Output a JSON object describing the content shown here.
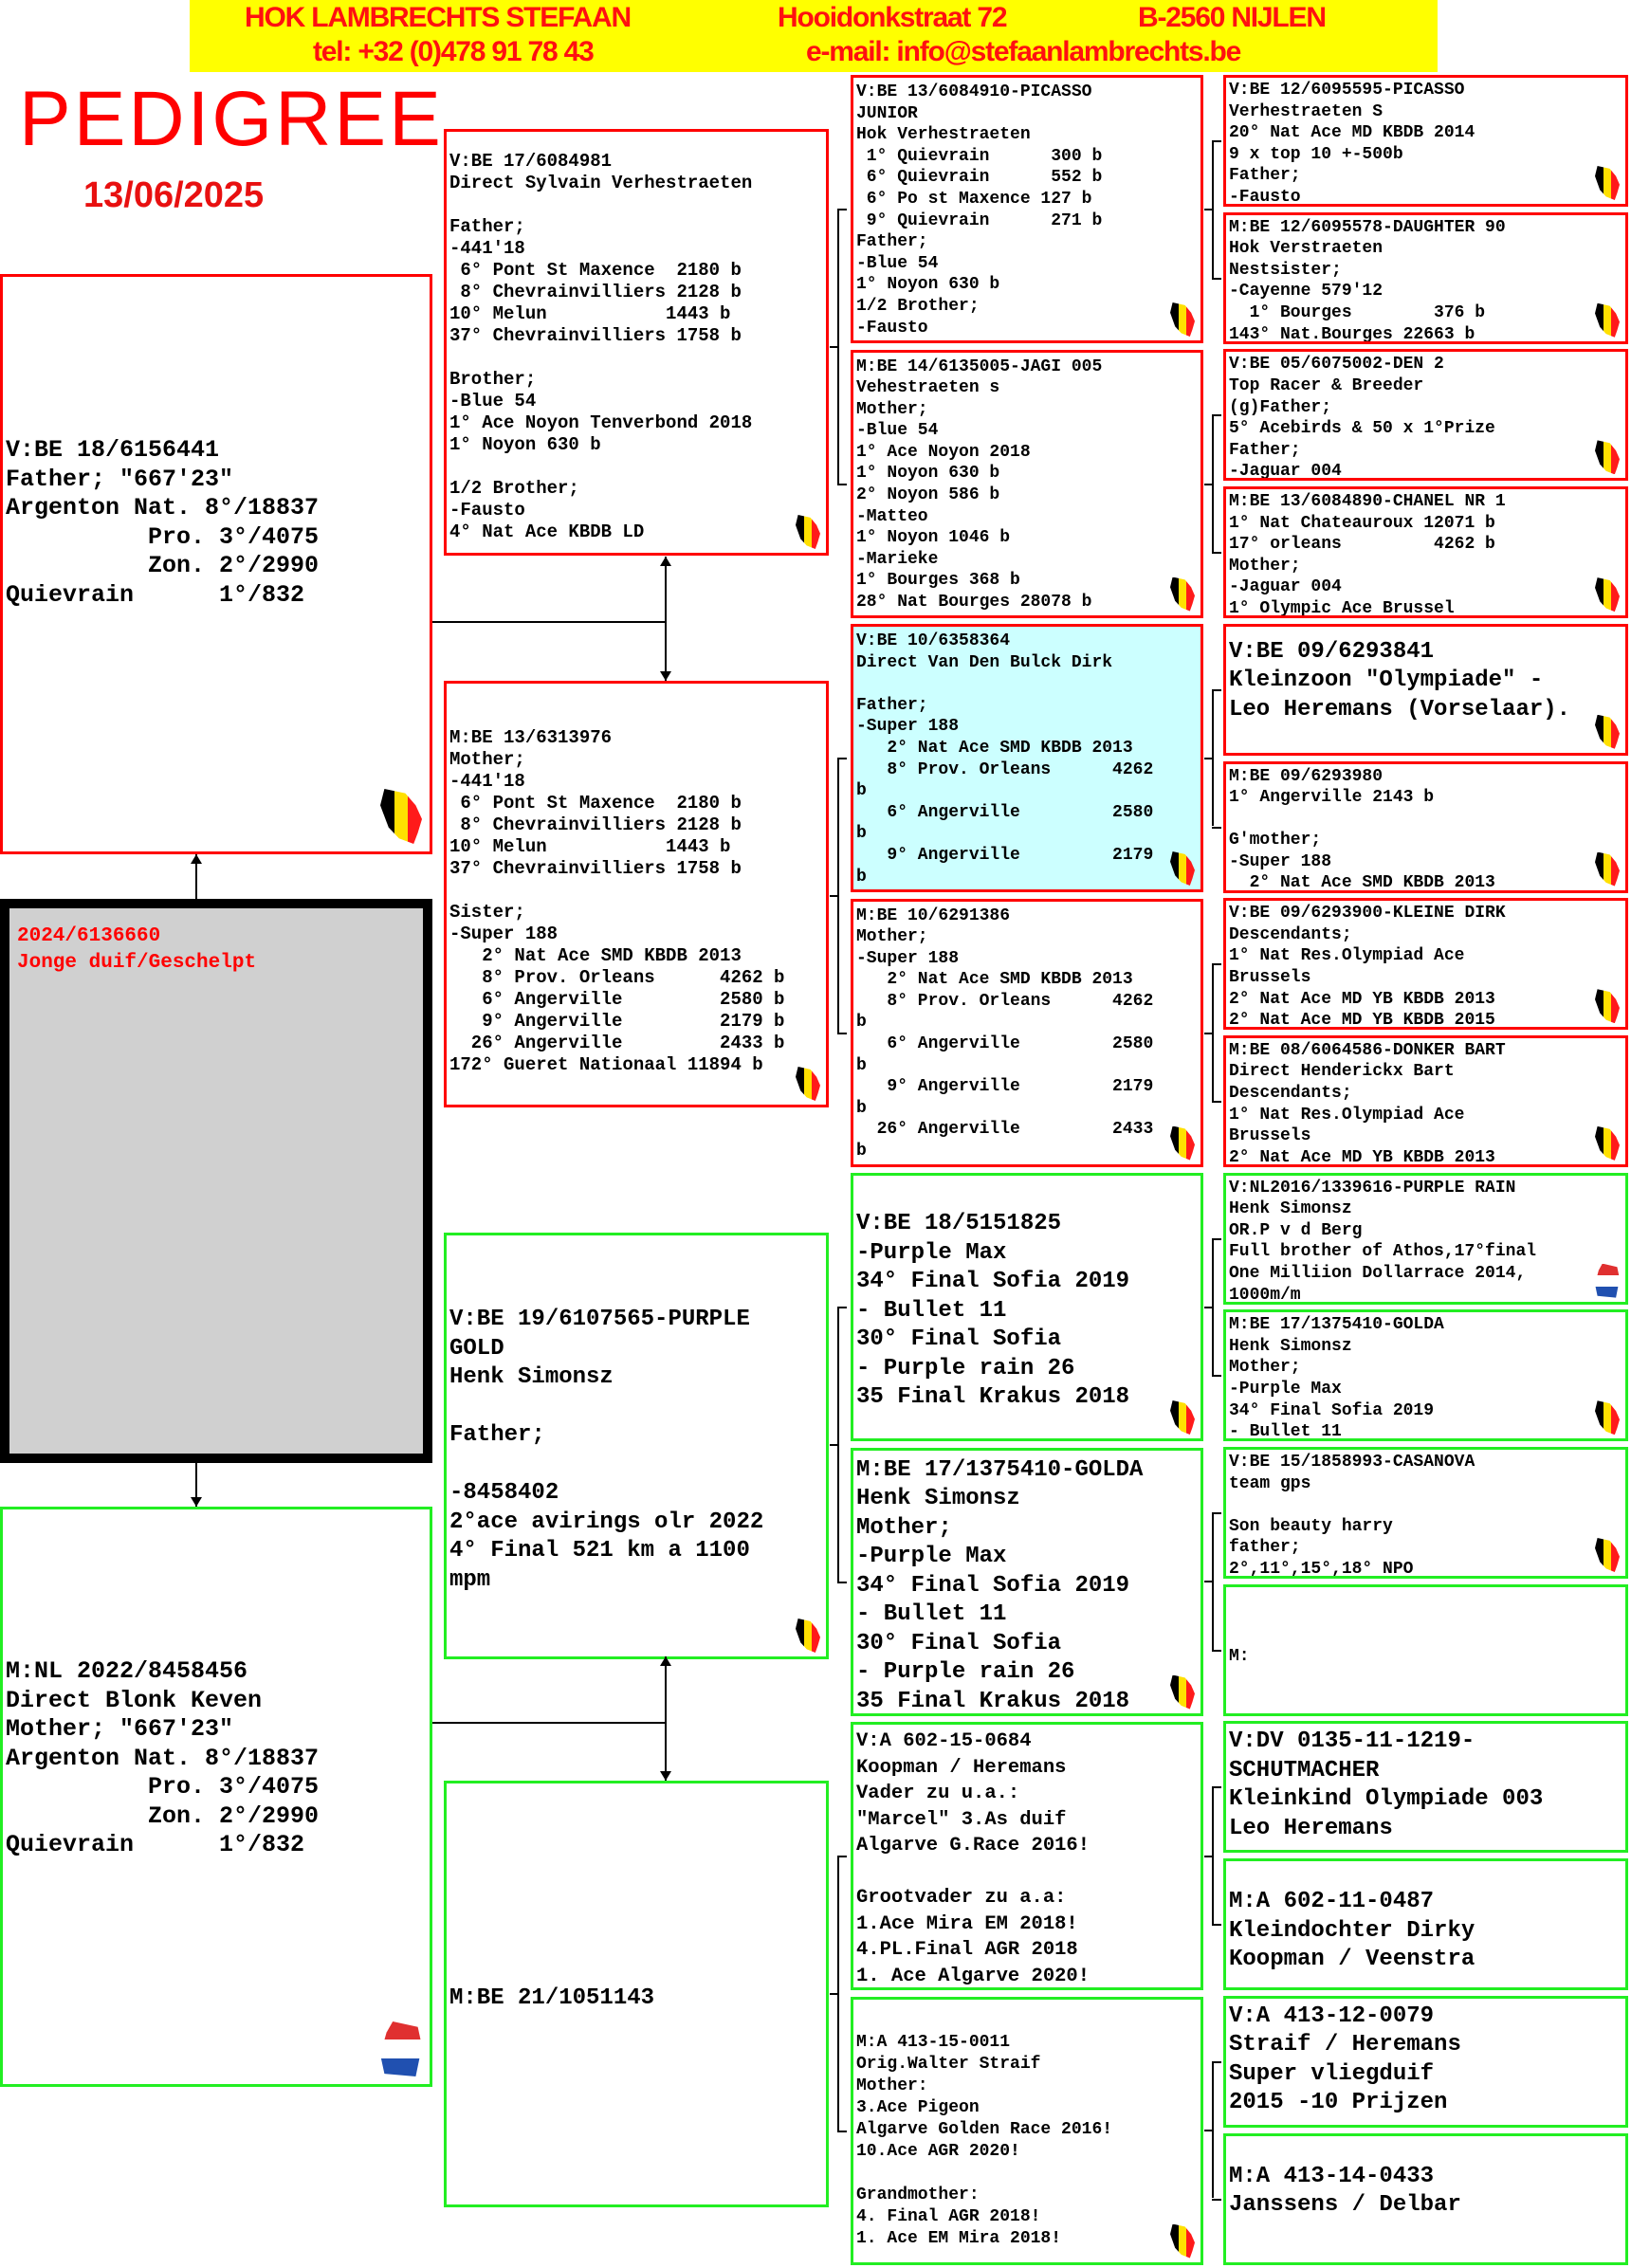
{
  "header": {
    "loft": "HOK LAMBRECHTS STEFAAN",
    "street": "Hooidonkstraat 72",
    "city": "B-2560 NIJLEN",
    "phone": "tel: +32 (0)478 91 78 43",
    "email": "e-mail: info@stefaanlambrechts.be"
  },
  "title": "PEDIGREE",
  "date": "13/06/2025",
  "subject": {
    "ring": "2024/6136660",
    "description": "Jonge duif/Geschelpt"
  },
  "colors": {
    "red": "#ff0000",
    "green": "#22ee22",
    "highlight": "#ccffff",
    "header_bg": "#ffff00"
  },
  "boxes": [
    {
      "flag": "belgium-flag",
      "lines": [
        "V:BE 18/6156441",
        "Father; \"667'23\"",
        "Argenton Nat. 8°/18837",
        "          Pro. 3°/4075",
        "          Zon. 2°/2990",
        "Quievrain      1°/832"
      ]
    },
    {
      "flag": "netherlands-flag",
      "lines": [
        "M:NL 2022/8458456",
        "Direct Blonk Keven",
        "Mother; \"667'23\"",
        "Argenton Nat. 8°/18837",
        "          Pro. 3°/4075",
        "          Zon. 2°/2990",
        "Quievrain      1°/832"
      ]
    },
    {
      "flag": "belgium-flag",
      "lines": [
        "V:BE 17/6084981",
        "Direct Sylvain Verhestraeten",
        "",
        "Father;",
        "-441'18",
        " 6° Pont St Maxence  2180 b",
        " 8° Chevrainvilliers 2128 b",
        "10° Melun           1443 b",
        "37° Chevrainvilliers 1758 b",
        "",
        "Brother;",
        "-Blue 54",
        "1° Ace Noyon Tenverbond 2018",
        "1° Noyon 630 b",
        "",
        "1/2 Brother;",
        "-Fausto",
        "4° Nat Ace KBDB LD"
      ]
    },
    {
      "flag": "belgium-flag",
      "lines": [
        "M:BE 13/6313976",
        "Mother;",
        "-441'18",
        " 6° Pont St Maxence  2180 b",
        " 8° Chevrainvilliers 2128 b",
        "10° Melun           1443 b",
        "37° Chevrainvilliers 1758 b",
        "",
        "Sister;",
        "-Super 188",
        "   2° Nat Ace SMD KBDB 2013",
        "   8° Prov. Orleans      4262 b",
        "   6° Angerville         2580 b",
        "   9° Angerville         2179 b",
        "  26° Angerville         2433 b",
        "172° Gueret Nationaal 11894 b"
      ]
    },
    {
      "flag": "belgium-flag",
      "lines": [
        "V:BE 19/6107565-PURPLE",
        "GOLD",
        "Henk Simonsz",
        "",
        "Father;",
        "",
        "-8458402",
        "2°ace avirings olr 2022",
        "4° Final 521 km a 1100",
        "mpm"
      ]
    },
    {
      "flag": "",
      "lines": [
        "M:BE 21/1051143"
      ]
    },
    {
      "flag": "belgium-flag",
      "lines": [
        "V:BE 13/6084910-PICASSO",
        "JUNIOR",
        "Hok Verhestraeten",
        " 1° Quievrain      300 b",
        " 6° Quievrain      552 b",
        " 6° Po st Maxence 127 b",
        " 9° Quievrain      271 b",
        "Father;",
        "-Blue 54",
        "1° Noyon 630 b",
        "1/2 Brother;",
        "-Fausto"
      ]
    },
    {
      "flag": "belgium-flag",
      "lines": [
        "M:BE 14/6135005-JAGI 005",
        "Vehestraeten s",
        "Mother;",
        "-Blue 54",
        "1° Ace Noyon 2018",
        "1° Noyon 630 b",
        "2° Noyon 586 b",
        "-Matteo",
        "1° Noyon 1046 b",
        "-Marieke",
        "1° Bourges 368 b",
        "28° Nat Bourges 28078 b"
      ]
    },
    {
      "flag": "belgium-flag",
      "lines": [
        "V:BE 10/6358364",
        "Direct Van Den Bulck Dirk",
        "",
        "Father;",
        "-Super 188",
        "   2° Nat Ace SMD KBDB 2013",
        "   8° Prov. Orleans      4262",
        "b",
        "   6° Angerville         2580",
        "b",
        "   9° Angerville         2179",
        "b"
      ]
    },
    {
      "flag": "belgium-flag",
      "lines": [
        "M:BE 10/6291386",
        "Mother;",
        "-Super 188",
        "   2° Nat Ace SMD KBDB 2013",
        "   8° Prov. Orleans      4262",
        "b",
        "   6° Angerville         2580",
        "b",
        "   9° Angerville         2179",
        "b",
        "  26° Angerville         2433",
        "b"
      ]
    },
    {
      "flag": "belgium-flag",
      "lines": [
        "V:BE 18/5151825",
        "-Purple Max",
        "34° Final Sofia 2019",
        "- Bullet 11",
        "30° Final Sofia",
        "- Purple rain 26",
        "35 Final Krakus 2018"
      ]
    },
    {
      "flag": "belgium-flag",
      "lines": [
        "M:BE 17/1375410-GOLDA",
        "Henk Simonsz",
        "Mother;",
        "-Purple Max",
        "34° Final Sofia 2019",
        "- Bullet 11",
        "30° Final Sofia",
        "- Purple rain 26",
        "35 Final Krakus 2018"
      ]
    },
    {
      "flag": "",
      "lines": [
        "V:A 602-15-0684",
        "Koopman / Heremans",
        "Vader zu u.a.:",
        "\"Marcel\" 3.As duif",
        "Algarve G.Race 2016!",
        "",
        "Grootvader zu a.a:",
        "1.Ace Mira EM 2018!",
        "4.PL.Final AGR 2018",
        "1. Ace Algarve 2020!"
      ]
    },
    {
      "flag": "belgium-flag",
      "lines": [
        "M:A 413-15-0011",
        "Orig.Walter Straif",
        "Mother:",
        "3.Ace Pigeon",
        "Algarve Golden Race 2016!",
        "10.Ace AGR 2020!",
        "",
        "Grandmother:",
        "4. Final AGR 2018!",
        "1. Ace EM Mira 2018!"
      ]
    },
    {
      "flag": "belgium-flag",
      "lines": [
        "V:BE 12/6095595-PICASSO",
        "Verhestraeten S",
        "20° Nat Ace MD KBDB 2014",
        "9 x top 10 +-500b",
        "Father;",
        "-Fausto"
      ]
    },
    {
      "flag": "belgium-flag",
      "lines": [
        "M:BE 12/6095578-DAUGHTER 90",
        "Hok Verstraeten",
        "Nestsister;",
        "-Cayenne 579'12",
        "  1° Bourges        376 b",
        "143° Nat.Bourges 22663 b"
      ]
    },
    {
      "flag": "belgium-flag",
      "lines": [
        "V:BE 05/6075002-DEN 2",
        "Top Racer & Breeder",
        "(g)Father;",
        "5° Acebirds & 50 x 1°Prize",
        "Father;",
        "-Jaguar 004"
      ]
    },
    {
      "flag": "belgium-flag",
      "lines": [
        "M:BE 13/6084890-CHANEL NR 1",
        "1° Nat Chateauroux 12071 b",
        "17° orleans         4262 b",
        "Mother;",
        "-Jaguar 004",
        "1° Olympic Ace Brussel"
      ]
    },
    {
      "flag": "belgium-flag",
      "lines": [
        "V:BE 09/6293841",
        "Kleinzoon \"Olympiade\" -",
        "Leo Heremans (Vorselaar)."
      ]
    },
    {
      "flag": "belgium-flag",
      "lines": [
        "M:BE 09/6293980",
        "1° Angerville 2143 b",
        "",
        "G'mother;",
        "-Super 188",
        "  2° Nat Ace SMD KBDB 2013"
      ]
    },
    {
      "flag": "belgium-flag",
      "lines": [
        "V:BE 09/6293900-KLEINE DIRK",
        "Descendants;",
        "1° Nat Res.Olympiad Ace",
        "Brussels",
        "2° Nat Ace MD YB KBDB 2013",
        "2° Nat Ace MD YB KBDB 2015"
      ]
    },
    {
      "flag": "belgium-flag",
      "lines": [
        "M:BE 08/6064586-DONKER BART",
        "Direct Henderickx Bart",
        "Descendants;",
        "1° Nat Res.Olympiad Ace",
        "Brussels",
        "2° Nat Ace MD YB KBDB 2013"
      ]
    },
    {
      "flag": "netherlands-flag",
      "lines": [
        "V:NL2016/1339616-PURPLE RAIN",
        "Henk Simonsz",
        "OR.P v d Berg",
        "Full brother of Athos,17°final",
        "One Milliion Dollarrace 2014,",
        "1000m/m"
      ]
    },
    {
      "flag": "belgium-flag",
      "lines": [
        "M:BE 17/1375410-GOLDA",
        "Henk Simonsz",
        "Mother;",
        "-Purple Max",
        "34° Final Sofia 2019",
        "- Bullet 11"
      ]
    },
    {
      "flag": "belgium-flag",
      "lines": [
        "V:BE 15/1858993-CASANOVA",
        "team gps",
        "",
        "Son beauty harry",
        "father;",
        "2°,11°,15°,18° NPO"
      ]
    },
    {
      "flag": "",
      "lines": [
        "M:"
      ]
    },
    {
      "flag": "",
      "lines": [
        "V:DV 0135-11-1219-",
        "SCHUTMACHER",
        "Kleinkind Olympiade 003",
        "Leo Heremans"
      ]
    },
    {
      "flag": "",
      "lines": [
        "M:A 602-11-0487",
        "Kleindochter Dirky",
        "Koopman / Veenstra"
      ]
    },
    {
      "flag": "",
      "lines": [
        "V:A 413-12-0079",
        "Straif / Heremans",
        "Super vliegduif",
        "2015 -10 Prijzen"
      ]
    },
    {
      "flag": "",
      "lines": [
        "M:A 413-14-0433",
        "Janssens / Delbar"
      ]
    }
  ]
}
